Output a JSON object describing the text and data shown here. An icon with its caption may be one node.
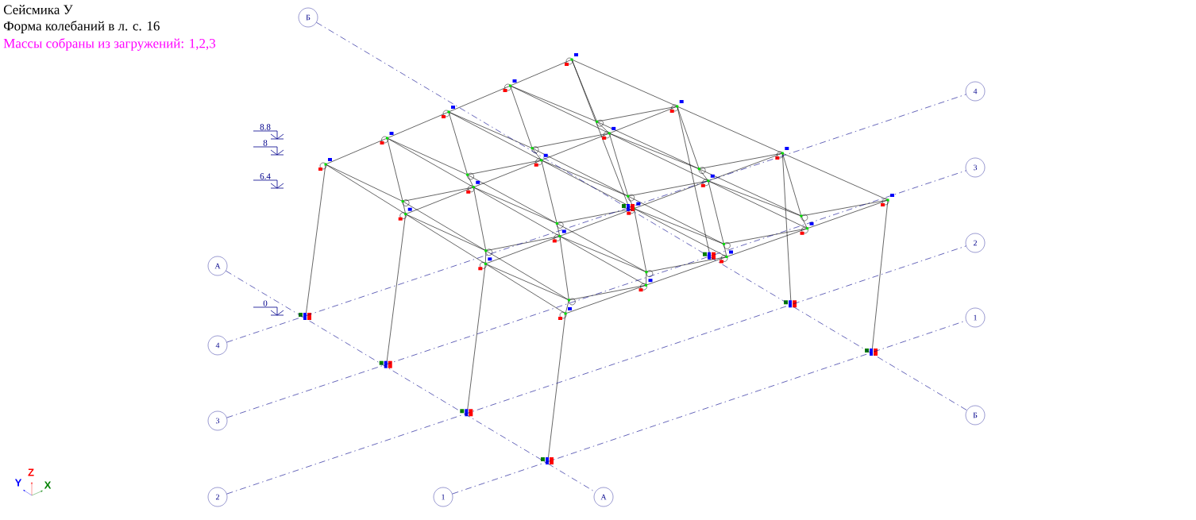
{
  "diagram": {
    "nodes": [
      {
        "text": [
          "Б"
        ]
      },
      {
        "text": [
          "4"
        ]
      },
      {
        "text": [
          "3"
        ]
      },
      {
        "text": [
          "2"
        ]
      },
      {
        "text": [
          "1"
        ]
      },
      {
        "text": [
          "А"
        ]
      },
      {
        "text": [
          "4"
        ]
      },
      {
        "text": [
          "3"
        ]
      },
      {
        "text": [
          "2"
        ]
      },
      {
        "text": [
          "1"
        ]
      },
      {
        "text": [
          "А"
        ]
      },
      {
        "text": [
          "Б"
        ]
      }
    ],
    "edges": [
      {
        "from": 0,
        "to": 11,
        "arrow": "none",
        "style": "dashed"
      },
      {
        "from": 6,
        "to": 1,
        "arrow": "none",
        "style": "dashed"
      },
      {
        "from": 7,
        "to": 2,
        "arrow": "none",
        "style": "dashed"
      },
      {
        "from": 8,
        "to": 3,
        "arrow": "none",
        "style": "dashed"
      },
      {
        "from": 9,
        "to": 4,
        "arrow": "none",
        "style": "dashed"
      },
      {
        "from": 5,
        "to": 10,
        "arrow": "none",
        "style": "dashed"
      }
    ],
    "labels": [
      "Сейсмика У",
      "Форма колебаний в л. с.  16",
      "Массы собраны из загружений:  1,2,3",
      "8.8",
      "8",
      "6.4",
      "0",
      "Y",
      "Z",
      "X"
    ]
  }
}
